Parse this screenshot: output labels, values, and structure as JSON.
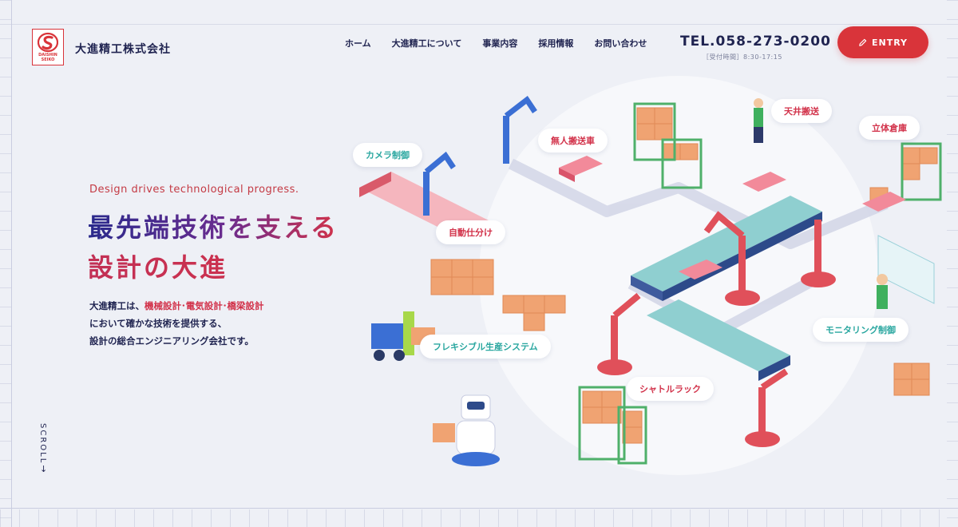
{
  "header": {
    "logo_text": "DAISHIN SEIKO",
    "company_name": "大進精工株式会社",
    "nav": [
      "ホーム",
      "大進精工について",
      "事業内容",
      "採用情報",
      "お問い合わせ"
    ],
    "tel": "TEL.058-273-0200",
    "tel_hours": "［受付時間］8:30-17:15",
    "entry_label": "ENTRY"
  },
  "hero": {
    "tagline": "Design drives technological progress.",
    "headline_line1": "最先端技術を支える",
    "headline_line2": "設計の大進",
    "desc_line1_pre": "大進精工は、",
    "desc_line1_hl": "機械設計･電気設計･橋梁設計",
    "desc_line2": "において確かな技術を提供する、",
    "desc_line3": "設計の総合エンジニアリング会社です。"
  },
  "scroll_label": "SCROLL",
  "illustration_labels": {
    "camera": "カメラ制御",
    "agv": "無人搬送車",
    "ceiling": "天井搬送",
    "warehouse": "立体倉庫",
    "sorting": "自動仕分け",
    "flexible": "フレキシブル生産システム",
    "monitoring": "モニタリング制御",
    "shuttle": "シャトルラック"
  },
  "colors": {
    "brand_red": "#d9343a",
    "navy": "#1f2350",
    "teal": "#2aa7a0"
  }
}
